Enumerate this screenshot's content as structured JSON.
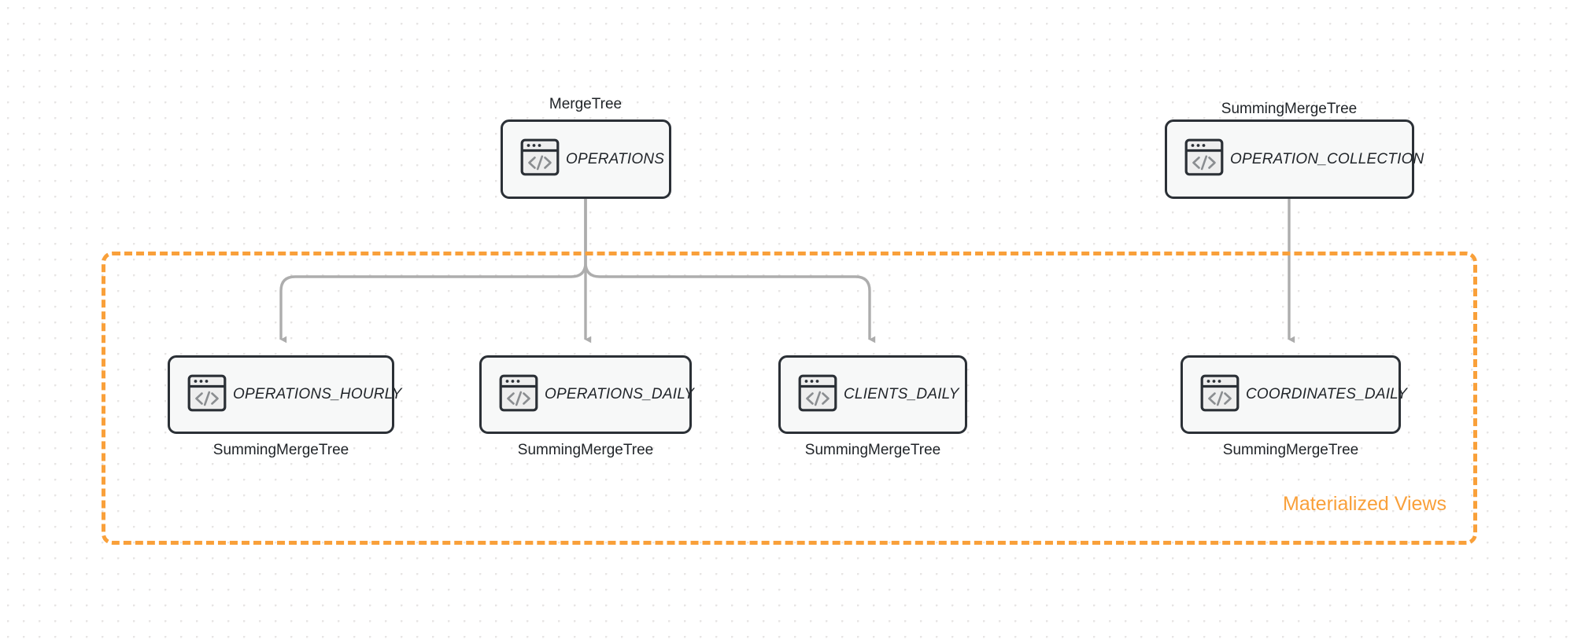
{
  "canvas": {
    "background_color": "#ffffff",
    "dot_grid_color": "#e7e5e4"
  },
  "palette": {
    "node_border": "#2b3036",
    "node_fill": "#f7f8f8",
    "connector": "#adadad",
    "accent_orange": "#f9a03a",
    "text": "#1f2327"
  },
  "group": {
    "name": "materialized-views-group",
    "label": "Materialized Views",
    "border_style": "dashed",
    "border_color": "#f9a03a"
  },
  "nodes": [
    {
      "id": "operations",
      "label": "OPERATIONS",
      "engine": "MergeTree",
      "engine_position": "above",
      "icon": "code-window-icon"
    },
    {
      "id": "operation_collection",
      "label": "OPERATION_COLLECTION",
      "engine": "SummingMergeTree",
      "engine_position": "above",
      "icon": "code-window-icon"
    },
    {
      "id": "operations_hourly",
      "label": "OPERATIONS_HOURLY",
      "engine": "SummingMergeTree",
      "engine_position": "below",
      "icon": "code-window-icon"
    },
    {
      "id": "operations_daily",
      "label": "OPERATIONS_DAILY",
      "engine": "SummingMergeTree",
      "engine_position": "below",
      "icon": "code-window-icon"
    },
    {
      "id": "clients_daily",
      "label": "CLIENTS_DAILY",
      "engine": "SummingMergeTree",
      "engine_position": "below",
      "icon": "code-window-icon"
    },
    {
      "id": "coordinates_daily",
      "label": "COORDINATES_DAILY",
      "engine": "SummingMergeTree",
      "engine_position": "below",
      "icon": "code-window-icon"
    }
  ],
  "edges": [
    {
      "from": "operations",
      "to": "operations_hourly",
      "style": "elbow-left"
    },
    {
      "from": "operations",
      "to": "operations_daily",
      "style": "straight"
    },
    {
      "from": "operations",
      "to": "clients_daily",
      "style": "elbow-right"
    },
    {
      "from": "operation_collection",
      "to": "coordinates_daily",
      "style": "straight"
    }
  ]
}
